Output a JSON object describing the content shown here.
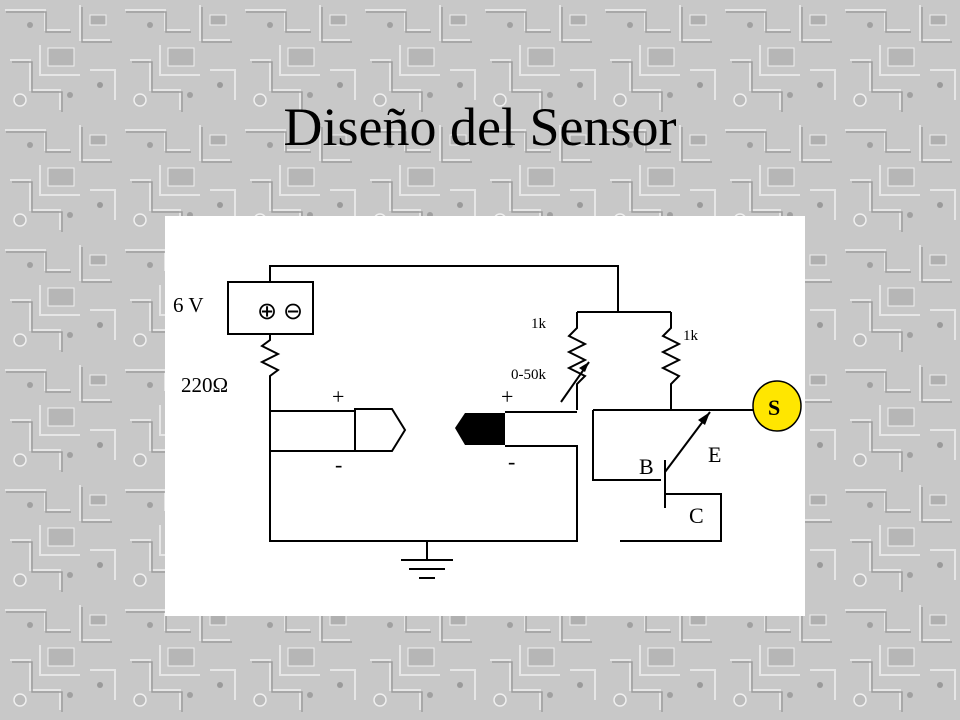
{
  "slide": {
    "title": "Diseño del Sensor"
  },
  "circuit": {
    "battery_label": "6 V",
    "battery_plus_symbol": "⊕",
    "battery_minus_symbol": "⊖",
    "resistor_220_label": "220Ω",
    "left_plus_label": "+",
    "left_minus_label": "-",
    "right_plus_label": "+",
    "right_minus_label": "-",
    "resistor_1k_left_label": "1k",
    "resistor_1k_right_label": "1k",
    "potentiometer_label": "0-50k",
    "transistor_base_label": "B",
    "transistor_emitter_label": "E",
    "transistor_collector_label": "C",
    "sensor_output_label": "S",
    "sensor_output_color": "#ffe600"
  }
}
